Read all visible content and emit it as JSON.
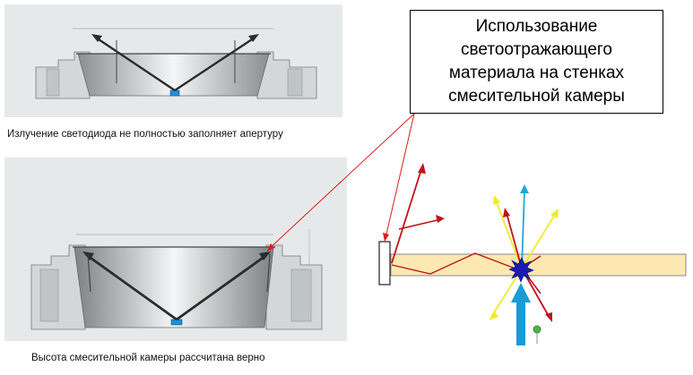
{
  "callout": {
    "text": "Использование\nсветоотражающего\nматериала на стенках\nсмесительной камеры"
  },
  "top_panel": {
    "caption": "Излучение светодиода  не полностью заполняет апертуру"
  },
  "bottom_panel": {
    "caption": "Высота смесительной камеры рассчитана  верно"
  },
  "colors": {
    "ray_dark": "#2b2b2b",
    "ray_red": "#c0141c",
    "ray_yellow": "#f2ea2a",
    "ray_cyan": "#1ea8d8",
    "arrow_blue": "#1a9bd6",
    "led_blue": "#1f8fd8",
    "material_fill": "#fce8b0",
    "leader_red": "#e01a1a"
  }
}
